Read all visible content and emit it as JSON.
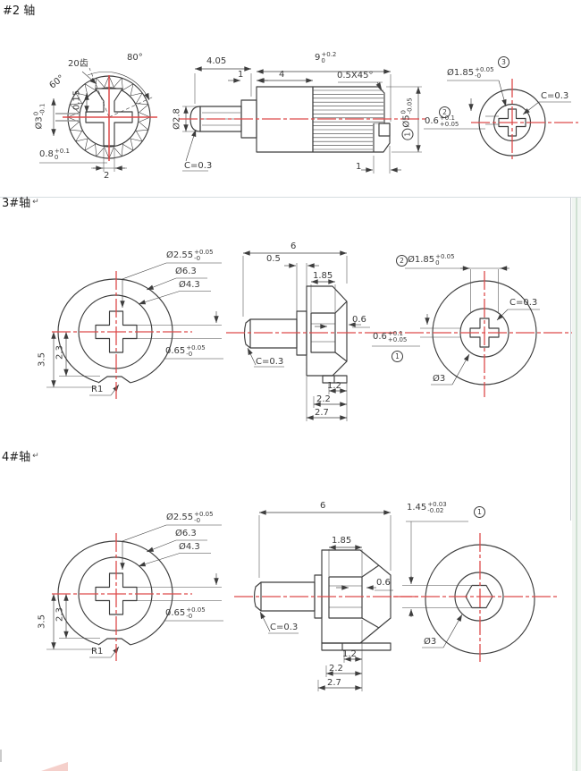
{
  "meta": {
    "ink_color": "#3d3d3d",
    "centerline_red": "#dd4a4a",
    "edge_green": "#cfe0d2",
    "corner_pink": "#f5d0cb"
  },
  "s2": {
    "title": "#2 轴",
    "left": {
      "teeth": "20齿",
      "a80": "80°",
      "a60": "60°",
      "d015": "0.15",
      "d3": "Ø3",
      "d3u": "0",
      "d3d": "-0.1",
      "d08": "0.8",
      "d08u": "+0.1",
      "d08d": "0",
      "w2": "2"
    },
    "mid": {
      "l405": "4.05",
      "l1": "1",
      "l4": "4",
      "l9": "9",
      "l9u": "+0.2",
      "l9d": "0",
      "chamfer": "0.5X45°",
      "d28": "Ø2.8",
      "c03": "C=0.3",
      "l1b": "1",
      "d5": "Ø5",
      "d5u": "0",
      "d5d": "-0.05",
      "d5ref": "1"
    },
    "right": {
      "ref3": "3",
      "d185": "Ø1.85",
      "d185u": "+0.05",
      "d185d": "-0",
      "c03": "C=0.3",
      "ref2": "2",
      "d06": "0.6",
      "d06u": "+0.1",
      "d06d": "+0.05"
    }
  },
  "s3": {
    "title": "3#轴",
    "ret": "↵",
    "left": {
      "d255": "Ø2.55",
      "d255u": "+0.05",
      "d255d": "-0",
      "d63": "Ø6.3",
      "d43": "Ø4.3",
      "d065": "0.65",
      "d065u": "+0.05",
      "d065d": "-0",
      "h35": "3.5",
      "h23": "2.3",
      "r1": "R1"
    },
    "mid": {
      "l6": "6",
      "l05": "0.5",
      "l185": "1.85",
      "l06": "0.6",
      "c03": "C=0.3",
      "l12": "1.2",
      "l22": "2.2",
      "l27": "2.7"
    },
    "right": {
      "ref2": "2",
      "d185": "Ø1.85",
      "d185u": "+0.05",
      "d185d": "0",
      "c03": "C=0.3",
      "d06": "0.6",
      "d06u": "+0.1",
      "d06d": "+0.05",
      "ref1": "1",
      "d3": "Ø3"
    }
  },
  "s4": {
    "title": "4#轴",
    "ret": "↵",
    "left": {
      "d255": "Ø2.55",
      "d255u": "+0.05",
      "d255d": "-0",
      "d63": "Ø6.3",
      "d43": "Ø4.3",
      "d065": "0.65",
      "d065u": "+0.05",
      "d065d": "-0",
      "h35": "3.5",
      "h23": "2.3",
      "r1": "R1"
    },
    "mid": {
      "l6": "6",
      "l185": "1.85",
      "l06": "0.6",
      "c03": "C=0.3",
      "l12": "1.2",
      "l22": "2.2",
      "l27": "2.7"
    },
    "right": {
      "d145": "1.45",
      "d145u": "+0.03",
      "d145d": "-0.02",
      "ref1": "1",
      "d3": "Ø3"
    }
  }
}
